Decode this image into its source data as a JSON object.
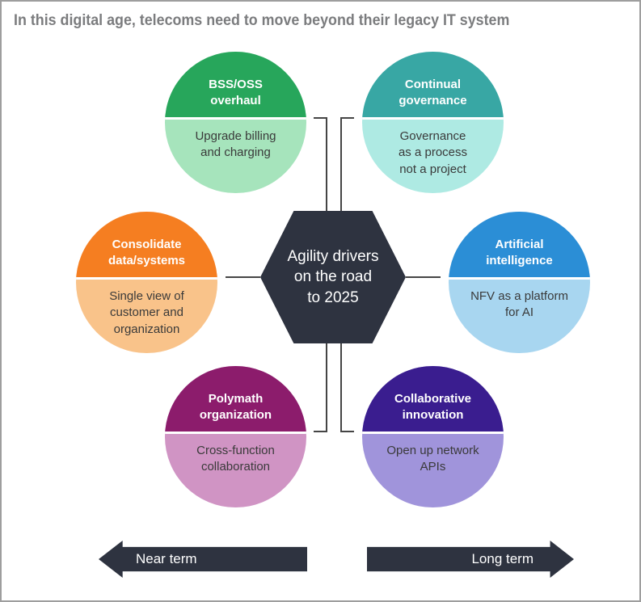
{
  "title": "In this digital age, telecoms need to move beyond their legacy IT system",
  "center": {
    "label": "Agility drivers\non the road\nto 2025"
  },
  "drivers": [
    {
      "id": "bss-oss-overhaul",
      "title": "BSS/OSS\noverhaul",
      "description": "Upgrade billing\nand charging",
      "color_dark": "#27a65b",
      "color_light": "#a6e4bc"
    },
    {
      "id": "continual-governance",
      "title": "Continual\ngovernance",
      "description": "Governance\nas a process\nnot a project",
      "color_dark": "#38a7a4",
      "color_light": "#aeeae3"
    },
    {
      "id": "consolidate-data-systems",
      "title": "Consolidate\ndata/systems",
      "description": "Single view of\ncustomer and\norganization",
      "color_dark": "#f57e21",
      "color_light": "#f9c38a"
    },
    {
      "id": "artificial-intelligence",
      "title": "Artificial\nintelligence",
      "description": "NFV as a platform\nfor AI",
      "color_dark": "#2b8ed6",
      "color_light": "#a8d6f0"
    },
    {
      "id": "polymath-organization",
      "title": "Polymath\norganization",
      "description": "Cross-function\ncollaboration",
      "color_dark": "#8c1c6c",
      "color_light": "#d094c4"
    },
    {
      "id": "collaborative-innovation",
      "title": "Collaborative\ninnovation",
      "description": "Open up network\nAPIs",
      "color_dark": "#3a1d8f",
      "color_light": "#a094db"
    }
  ],
  "timeline": {
    "near_label": "Near term",
    "long_label": "Long term"
  },
  "colors": {
    "charcoal": "#2e3340",
    "connector": "#454545",
    "border": "#9e9e9e",
    "title_text": "#7b7c7e"
  }
}
